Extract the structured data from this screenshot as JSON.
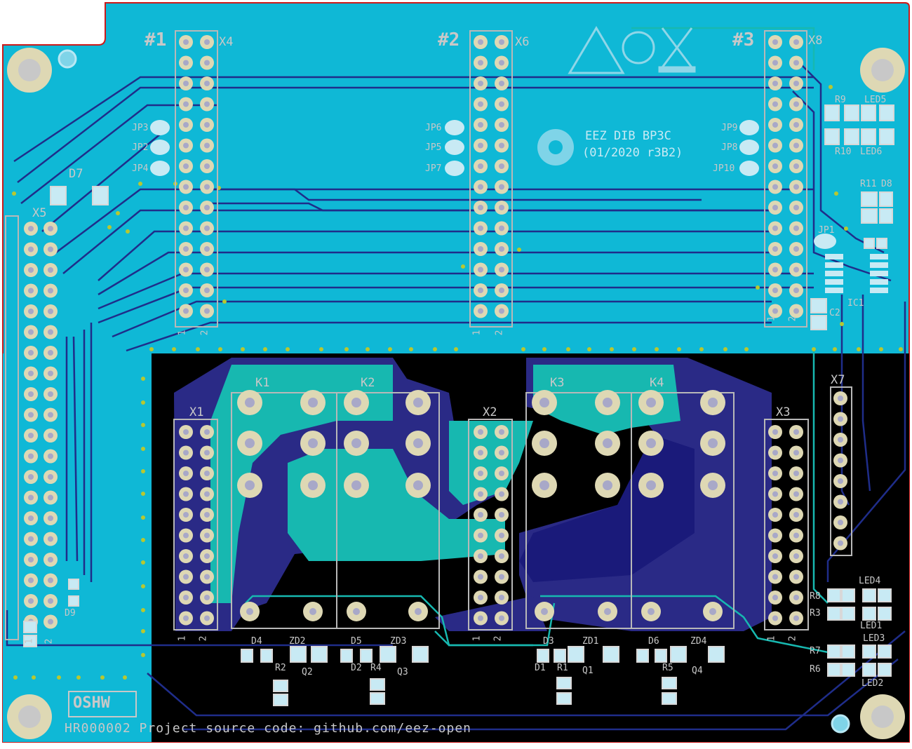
{
  "board": {
    "colors": {
      "background": "#ffffff",
      "outline": "#cc1a1a",
      "top_copper": "#0fb8d6",
      "bottom_copper": "#2a2a86",
      "teal_pour": "#17b8b0",
      "void": "#000000",
      "silk": "#c8c8c8",
      "pad": "#ded8b4"
    },
    "channel_labels": [
      "#1",
      "#2",
      "#3"
    ],
    "logo": {
      "line1": "EEZ DIB BP3C",
      "line2": "(01/2020 r3B2)"
    },
    "oshw": "OSHW",
    "footer": "HR000002 Project source code: github.com/eez-open",
    "connectors": {
      "x4": "X4",
      "x6": "X6",
      "x8": "X8",
      "x5": "X5",
      "x1": "X1",
      "x2": "X2",
      "x3": "X3",
      "x7": "X7",
      "pin1": "1",
      "pin2": "2"
    },
    "jumpers": [
      "JP3",
      "JP2",
      "JP4",
      "JP6",
      "JP5",
      "JP7",
      "JP9",
      "JP8",
      "JP10",
      "JP1"
    ],
    "relays": [
      "K1",
      "K2",
      "K3",
      "K4"
    ],
    "diodes": [
      "D7",
      "D9",
      "D4",
      "D5",
      "D3",
      "D6",
      "D2",
      "D1",
      "D8"
    ],
    "zeners": [
      "ZD2",
      "ZD3",
      "ZD1",
      "ZD4"
    ],
    "resistors": [
      "R9",
      "R10",
      "R11",
      "R2",
      "R1",
      "R4",
      "R5",
      "R8",
      "R3",
      "R7",
      "R6"
    ],
    "transistors": [
      "Q2",
      "Q3",
      "Q1",
      "Q4"
    ],
    "leds": [
      "LED5",
      "LED6",
      "LED4",
      "LED1",
      "LED3",
      "LED2"
    ],
    "ics": [
      "IC1"
    ],
    "caps": [
      "C2"
    ]
  }
}
